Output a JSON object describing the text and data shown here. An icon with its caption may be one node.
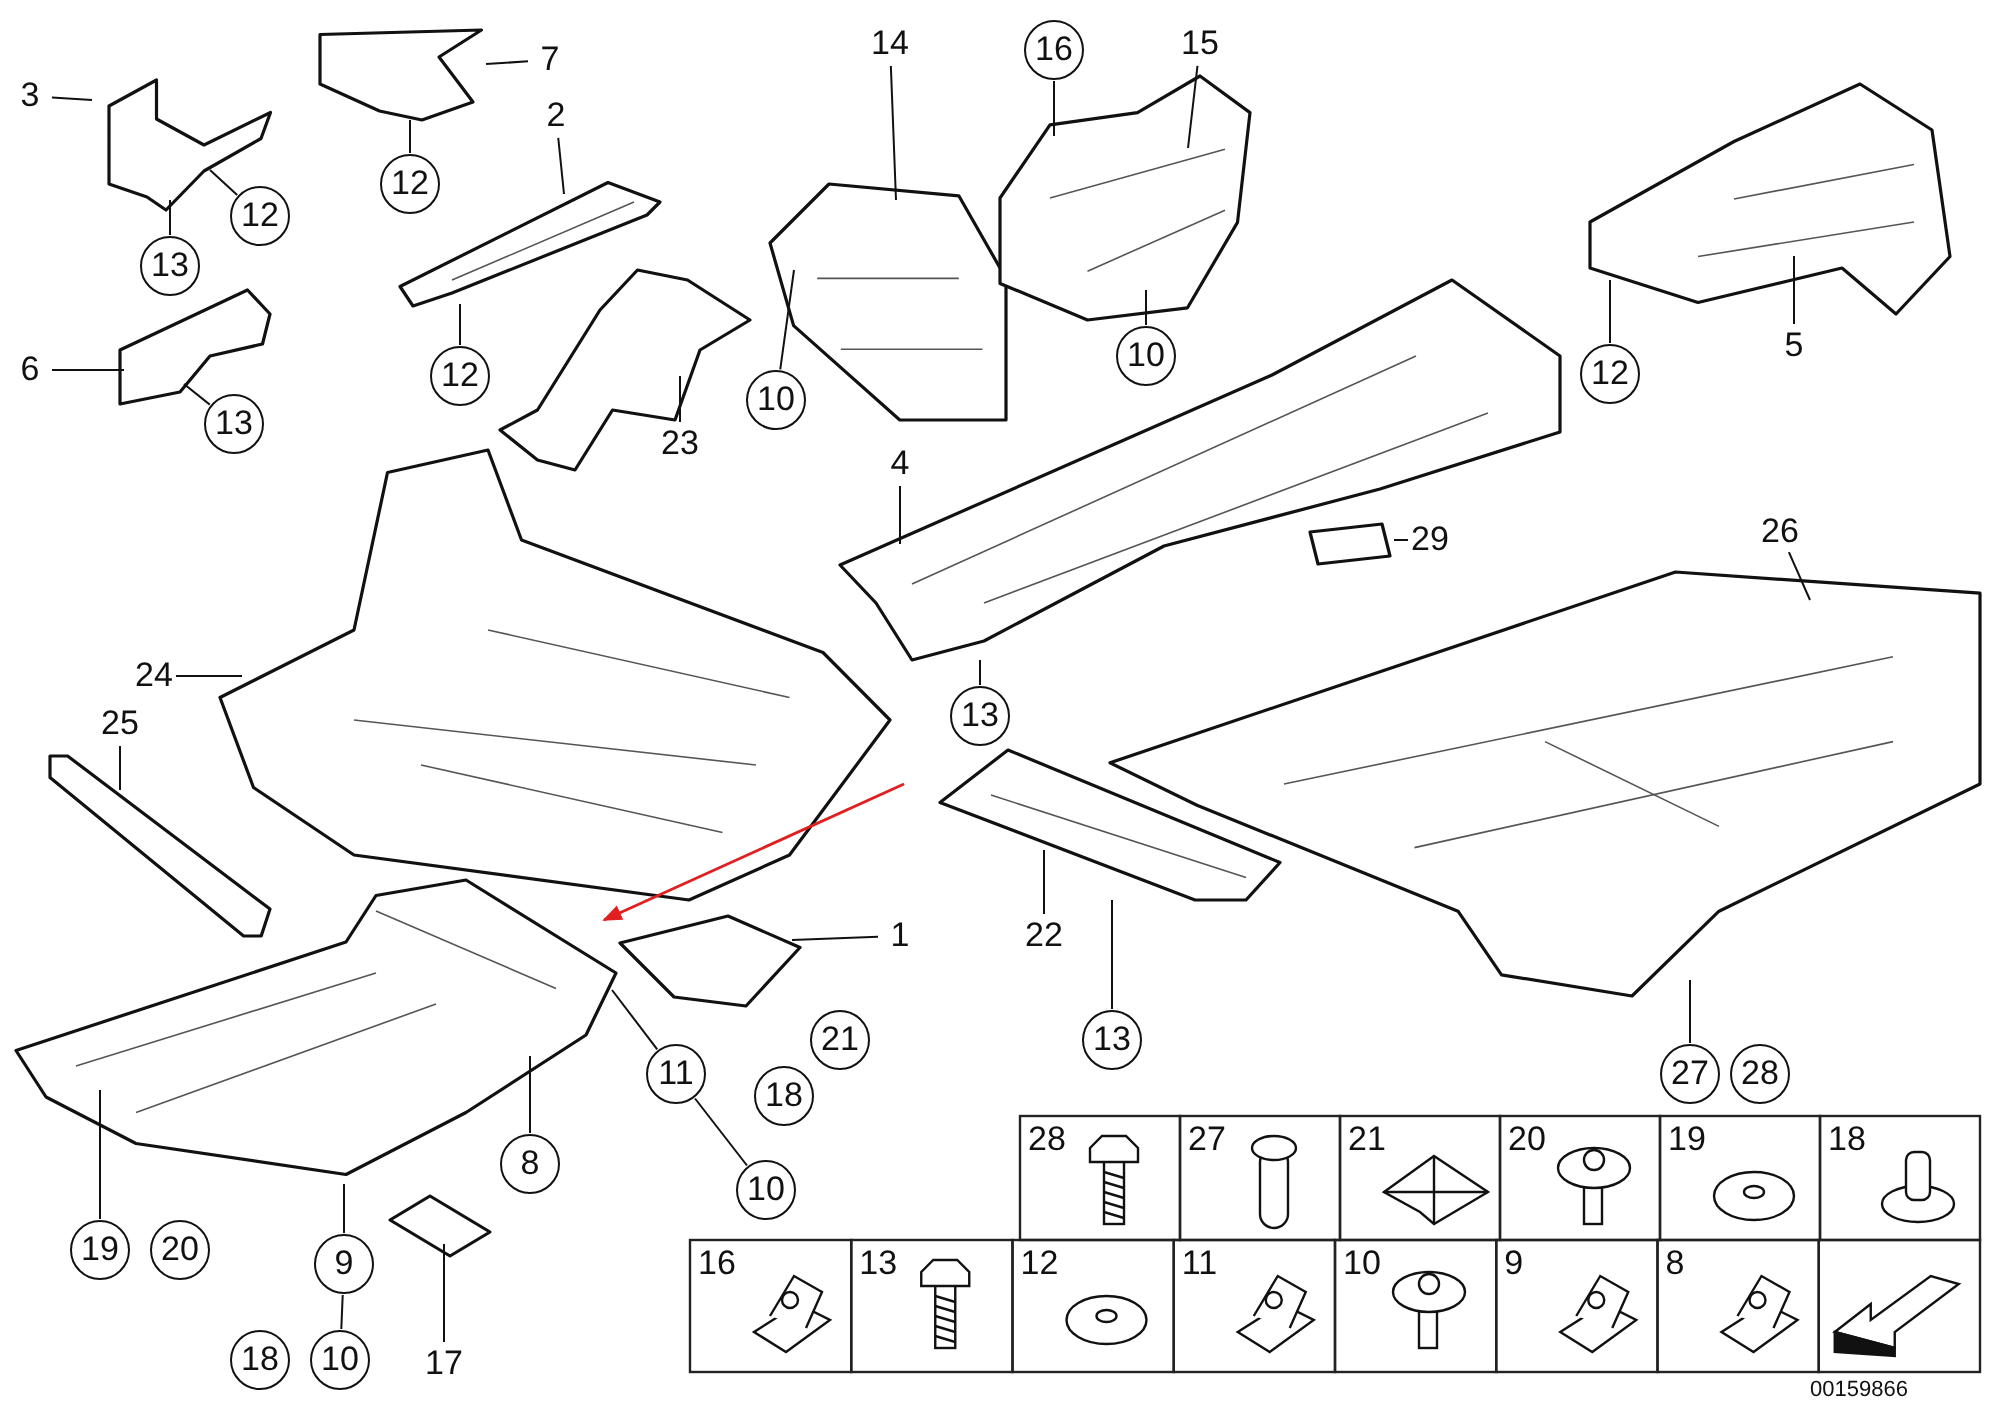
{
  "diagram": {
    "nodes": [
      {
        "text": [
          "3"
        ]
      },
      {
        "text": [],
        "shape": "picture"
      },
      {
        "text": [
          "12"
        ]
      },
      {
        "text": [
          "13"
        ]
      },
      {
        "text": [
          "7"
        ]
      },
      {
        "text": [],
        "shape": "picture"
      },
      {
        "text": [
          "12"
        ]
      },
      {
        "text": [
          "2"
        ]
      },
      {
        "text": [],
        "shape": "picture"
      },
      {
        "text": [
          "12"
        ]
      },
      {
        "text": [
          "6"
        ]
      },
      {
        "text": [],
        "shape": "picture"
      },
      {
        "text": [
          "13"
        ]
      },
      {
        "text": [
          "14"
        ]
      },
      {
        "text": [],
        "shape": "picture"
      },
      {
        "text": [
          "16"
        ]
      },
      {
        "text": [
          "15"
        ]
      },
      {
        "text": [],
        "shape": "picture"
      },
      {
        "text": [
          "10"
        ]
      },
      {
        "text": [],
        "shape": "picture"
      },
      {
        "text": [
          "23"
        ]
      },
      {
        "text": [
          "10"
        ]
      },
      {
        "text": [],
        "shape": "picture"
      },
      {
        "text": [
          "12"
        ]
      },
      {
        "text": [
          "5"
        ]
      },
      {
        "text": [
          "4"
        ]
      },
      {
        "text": [],
        "shape": "picture"
      },
      {
        "text": [
          "13"
        ]
      },
      {
        "text": [
          "29"
        ]
      },
      {
        "text": [],
        "shape": "picture"
      },
      {
        "text": [
          "26"
        ]
      },
      {
        "text": [],
        "shape": "picture"
      },
      {
        "text": [
          "24"
        ]
      },
      {
        "text": [],
        "shape": "picture"
      },
      {
        "text": [
          "25"
        ]
      },
      {
        "text": [],
        "shape": "picture"
      },
      {
        "text": [
          "22"
        ]
      },
      {
        "text": [],
        "shape": "picture"
      },
      {
        "text": [
          "13"
        ]
      },
      {
        "text": [
          "27"
        ]
      },
      {
        "text": [],
        "shape": "picture"
      },
      {
        "text": [],
        "shape": "picture"
      },
      {
        "text": [
          "1"
        ]
      },
      {
        "text": [
          "11"
        ]
      },
      {
        "text": [
          "10"
        ]
      },
      {
        "text": [
          "8"
        ]
      },
      {
        "text": [
          "19"
        ]
      },
      {
        "text": [
          "9"
        ]
      },
      {
        "text": [
          "10"
        ]
      },
      {
        "text": [],
        "shape": "picture"
      },
      {
        "text": [
          "17"
        ]
      },
      {
        "text": [
          "21"
        ]
      },
      {
        "text": [
          "28"
        ]
      },
      {
        "text": [
          "18"
        ]
      },
      {
        "text": [
          "20"
        ]
      },
      {
        "text": [
          "18"
        ]
      }
    ],
    "edges": [
      {
        "from": 0,
        "to": 1,
        "arrow": "none"
      },
      {
        "from": 2,
        "to": 1,
        "arrow": "none"
      },
      {
        "from": 3,
        "to": 1,
        "arrow": "none"
      },
      {
        "from": 4,
        "to": 5,
        "arrow": "none"
      },
      {
        "from": 6,
        "to": 5,
        "arrow": "none"
      },
      {
        "from": 7,
        "to": 8,
        "arrow": "none"
      },
      {
        "from": 9,
        "to": 8,
        "arrow": "none"
      },
      {
        "from": 10,
        "to": 11,
        "arrow": "none"
      },
      {
        "from": 12,
        "to": 11,
        "arrow": "none"
      },
      {
        "from": 13,
        "to": 14,
        "arrow": "none"
      },
      {
        "from": 15,
        "to": 17,
        "arrow": "none"
      },
      {
        "from": 16,
        "to": 17,
        "arrow": "none"
      },
      {
        "from": 18,
        "to": 14,
        "arrow": "none"
      },
      {
        "from": 20,
        "to": 19,
        "arrow": "none"
      },
      {
        "from": 21,
        "to": 17,
        "arrow": "none"
      },
      {
        "from": 23,
        "to": 22,
        "arrow": "none"
      },
      {
        "from": 24,
        "to": 22,
        "arrow": "none"
      },
      {
        "from": 25,
        "to": 26,
        "arrow": "none"
      },
      {
        "from": 27,
        "to": 26,
        "arrow": "none"
      },
      {
        "from": 28,
        "to": 29,
        "arrow": "none"
      },
      {
        "from": 30,
        "to": 31,
        "arrow": "none"
      },
      {
        "from": 32,
        "to": 33,
        "arrow": "none"
      },
      {
        "from": 34,
        "to": 35,
        "arrow": "none"
      },
      {
        "from": 36,
        "to": 37,
        "arrow": "none"
      },
      {
        "from": 38,
        "to": 37,
        "arrow": "none"
      },
      {
        "from": 39,
        "to": 31,
        "arrow": "none"
      },
      {
        "from": 42,
        "to": 41,
        "arrow": "none"
      },
      {
        "from": 43,
        "to": 40,
        "arrow": "none"
      },
      {
        "from": 44,
        "to": 43,
        "arrow": "none"
      },
      {
        "from": 45,
        "to": 40,
        "arrow": "none"
      },
      {
        "from": 46,
        "to": 40,
        "arrow": "none"
      },
      {
        "from": 47,
        "to": 40,
        "arrow": "none"
      },
      {
        "from": 48,
        "to": 47,
        "arrow": "none"
      },
      {
        "from": 50,
        "to": 49,
        "arrow": "none"
      },
      {
        "from": null,
        "to": 40,
        "arrow": "to",
        "color": "#e02020"
      }
    ],
    "labels": [
      "28",
      "27",
      "21",
      "20",
      "19",
      "18",
      "16",
      "13",
      "12",
      "11",
      "10",
      "9",
      "8",
      "00159866"
    ]
  }
}
